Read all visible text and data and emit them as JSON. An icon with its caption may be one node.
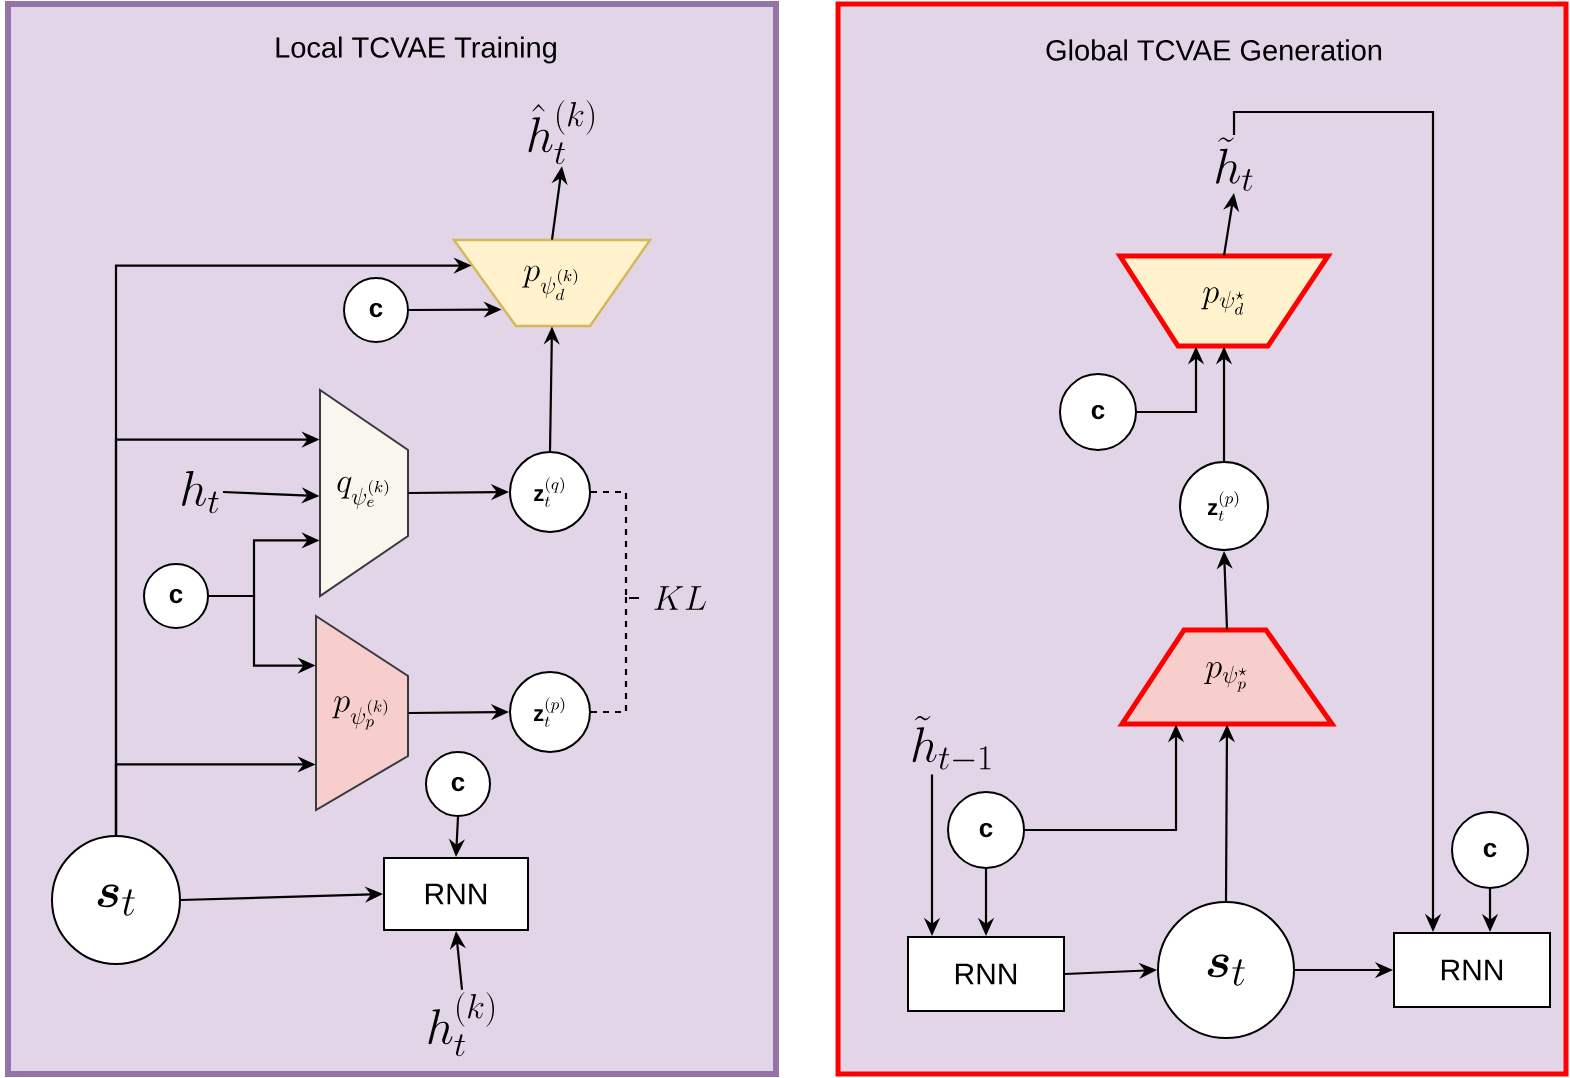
{
  "diagram": {
    "nodes": [
      {
        "text": [
          "Local TCVAE Training"
        ]
      },
      {
        "text": [
          "\\hat{h}_t^{(k)}"
        ],
        "in": 0
      },
      {
        "text": [
          "p_{\\psi_d^{(k)}}"
        ],
        "in": 0
      },
      {
        "text": [
          "c"
        ],
        "in": 0
      },
      {
        "text": [
          "q_{\\psi_e^{(k)}}"
        ],
        "in": 0
      },
      {
        "text": [
          "h_t"
        ],
        "in": 0
      },
      {
        "text": [
          "\\mathbf{z}_t^{(q)}"
        ],
        "in": 0
      },
      {
        "text": [
          "c"
        ],
        "in": 0
      },
      {
        "text": [
          "p_{\\psi_p^{(k)}}"
        ],
        "in": 0
      },
      {
        "text": [
          "\\mathbf{z}_t^{(p)}"
        ],
        "in": 0
      },
      {
        "text": [
          "c"
        ],
        "in": 0
      },
      {
        "text": [
          "\\boldsymbol{s}_t"
        ],
        "in": 0
      },
      {
        "text": [
          "RNN"
        ],
        "in": 0
      },
      {
        "text": [
          "h_t^{(k)}"
        ],
        "in": 0
      },
      {
        "text": [
          "Global TCVAE Generation"
        ]
      },
      {
        "text": [
          "\\tilde{h}_t"
        ],
        "in": 14
      },
      {
        "text": [
          "p_{\\psi_d^{\\star}}"
        ],
        "in": 14
      },
      {
        "text": [
          "c"
        ],
        "in": 14
      },
      {
        "text": [
          "\\mathbf{z}_t^{(p)}"
        ],
        "in": 14
      },
      {
        "text": [
          "p_{\\psi_p^{\\star}}"
        ],
        "in": 14
      },
      {
        "text": [
          "\\tilde{h}_{t-1}"
        ],
        "in": 14
      },
      {
        "text": [
          "c"
        ],
        "in": 14
      },
      {
        "text": [
          "RNN"
        ],
        "in": 14
      },
      {
        "text": [
          "\\boldsymbol{s}_t"
        ],
        "in": 14
      },
      {
        "text": [
          "c"
        ],
        "in": 14
      },
      {
        "text": [
          "RNN"
        ],
        "in": 14
      }
    ],
    "edges": [
      {
        "from": 2,
        "to": 1,
        "arrow": "to"
      },
      {
        "from": 11,
        "to": 2,
        "arrow": "to"
      },
      {
        "from": 3,
        "to": 2,
        "arrow": "to"
      },
      {
        "from": 11,
        "to": 4,
        "arrow": "to"
      },
      {
        "from": 5,
        "to": 4,
        "arrow": "to"
      },
      {
        "from": 7,
        "to": 4,
        "arrow": "to"
      },
      {
        "from": 7,
        "to": 8,
        "arrow": "to"
      },
      {
        "from": 11,
        "to": 8,
        "arrow": "to"
      },
      {
        "from": 4,
        "to": 6,
        "arrow": "to"
      },
      {
        "from": 8,
        "to": 9,
        "arrow": "to"
      },
      {
        "from": 6,
        "to": 9,
        "arrow": "none",
        "style": "dashed",
        "label": "KL"
      },
      {
        "from": 6,
        "to": 2,
        "arrow": "to"
      },
      {
        "from": 10,
        "to": 12,
        "arrow": "to"
      },
      {
        "from": 11,
        "to": 12,
        "arrow": "to"
      },
      {
        "from": 13,
        "to": 12,
        "arrow": "to"
      },
      {
        "from": 16,
        "to": 15,
        "arrow": "to"
      },
      {
        "from": 17,
        "to": 16,
        "arrow": "to"
      },
      {
        "from": 18,
        "to": 16,
        "arrow": "to"
      },
      {
        "from": 19,
        "to": 18,
        "arrow": "to"
      },
      {
        "from": 21,
        "to": 19,
        "arrow": "to"
      },
      {
        "from": 23,
        "to": 19,
        "arrow": "to"
      },
      {
        "from": 20,
        "to": 22,
        "arrow": "to"
      },
      {
        "from": 21,
        "to": 22,
        "arrow": "to"
      },
      {
        "from": 22,
        "to": 23,
        "arrow": "to"
      },
      {
        "from": 23,
        "to": 25,
        "arrow": "to"
      },
      {
        "from": 15,
        "to": 25,
        "arrow": "to"
      },
      {
        "from": 24,
        "to": 25,
        "arrow": "to"
      }
    ]
  }
}
